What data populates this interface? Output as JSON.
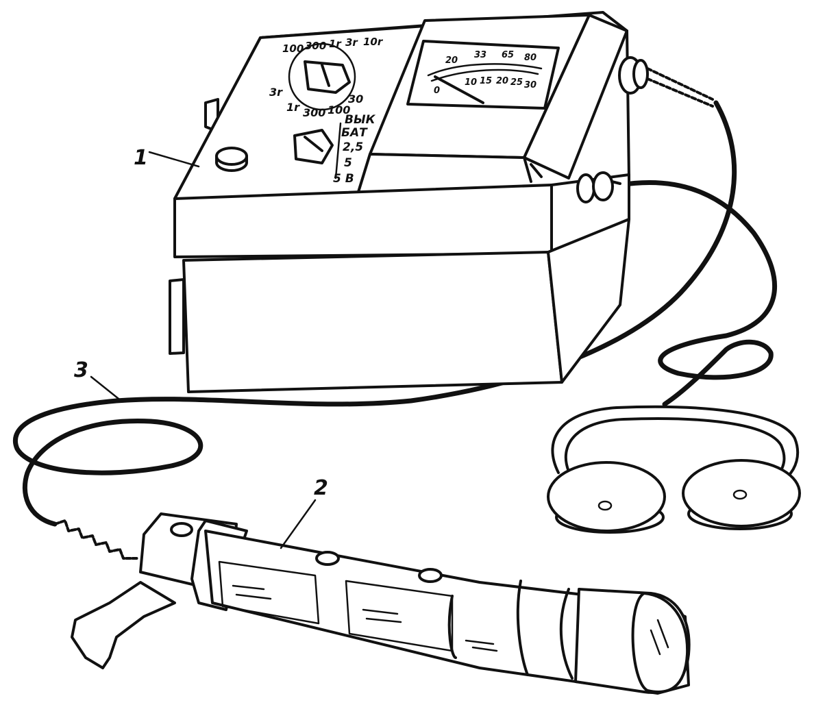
{
  "callouts": {
    "meter_unit": "1",
    "probe": "2",
    "cable": "3"
  },
  "range_dial": {
    "top_labels": [
      "100",
      "300",
      "1r",
      "3r",
      "10r"
    ],
    "bottom_labels": [
      "3r",
      "1r",
      "300",
      "100",
      "30"
    ]
  },
  "mode_switch": {
    "labels": [
      "ВЫК",
      "БАТ",
      "2,5",
      "5",
      "5 В"
    ]
  },
  "meter_scale": {
    "upper_ticks": [
      "20",
      "33",
      "65",
      "80"
    ],
    "lower_ticks": [
      "0",
      "10",
      "15",
      "20",
      "25",
      "30"
    ]
  }
}
